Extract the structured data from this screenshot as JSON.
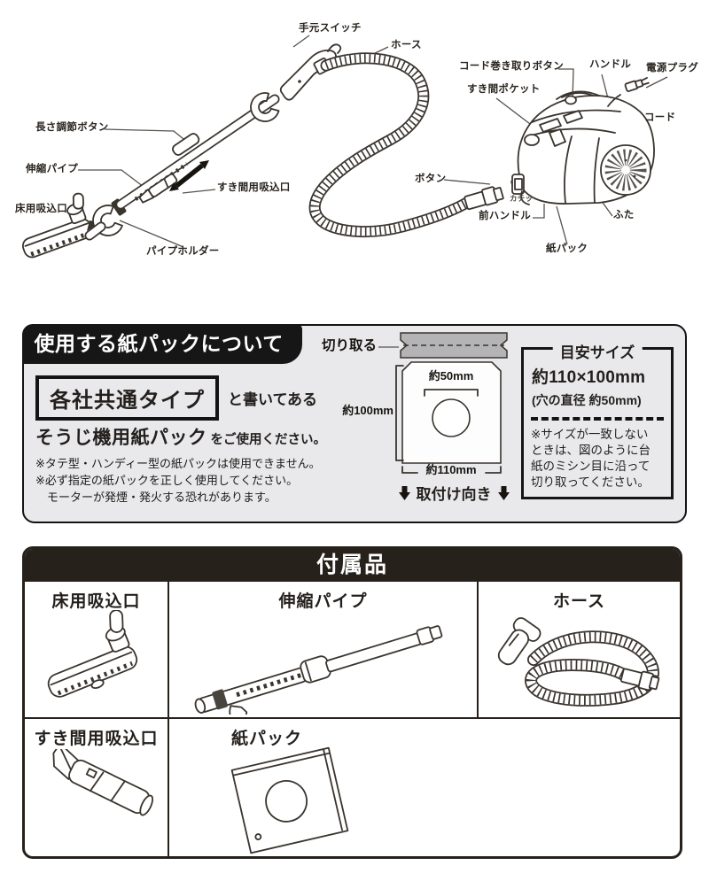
{
  "colors": {
    "section_background": "#e9e9ec",
    "header_black": "#161616",
    "table_frame_brown": "#27211b",
    "line_art": "#3a342e"
  },
  "diagram": {
    "labels": {
      "hand_switch": "手元スイッチ",
      "hose": "ホース",
      "cord_rewind_button": "コード巻き取りボタン",
      "handle": "ハンドル",
      "power_plug": "電源プラグ",
      "crevice_pocket": "すき間ポケット",
      "cord": "コード",
      "length_adjust_button": "長さ調節ボタン",
      "telescopic_pipe": "伸縮パイプ",
      "crevice_nozzle": "すき間用吸込口",
      "floor_nozzle": "床用吸込口",
      "pipe_holder": "パイプホルダー",
      "button": "ボタン",
      "click_sound": "カチッ",
      "front_handle": "前ハンドル",
      "lid": "ふた",
      "paper_pack": "紙パック"
    }
  },
  "pack_section": {
    "title": "使用する紙パックについて",
    "common_type": "各社共通タイプ",
    "common_type_suffix": "と書いてある",
    "pack_bold": "そうじ機用紙パック",
    "pack_suffix": "をご使用ください。",
    "notes": "※タテ型・ハンディー型の紙パックは使用できません。\n※必ず指定の紙パックを正しく使用してください。\n　モーターが発煙・発火する恐れがあります。",
    "cut_label": "切り取る",
    "dim_hole": "約50mm",
    "dim_height": "約100mm",
    "dim_width": "約110mm",
    "orientation_label": "取付け向き",
    "size_guide": {
      "title": "目安サイズ",
      "size": "約110×100mm",
      "hole_diameter": "(穴の直径 約50mm)",
      "note": "※サイズが一致しない\nときは、図のように台\n紙のミシン目に沿って\n切り取ってください。"
    }
  },
  "accessories": {
    "title": "付属品",
    "floor_nozzle": "床用吸込口",
    "telescopic_pipe": "伸縮パイプ",
    "hose": "ホース",
    "crevice_nozzle": "すき間用吸込口",
    "paper_pack": "紙パック"
  }
}
